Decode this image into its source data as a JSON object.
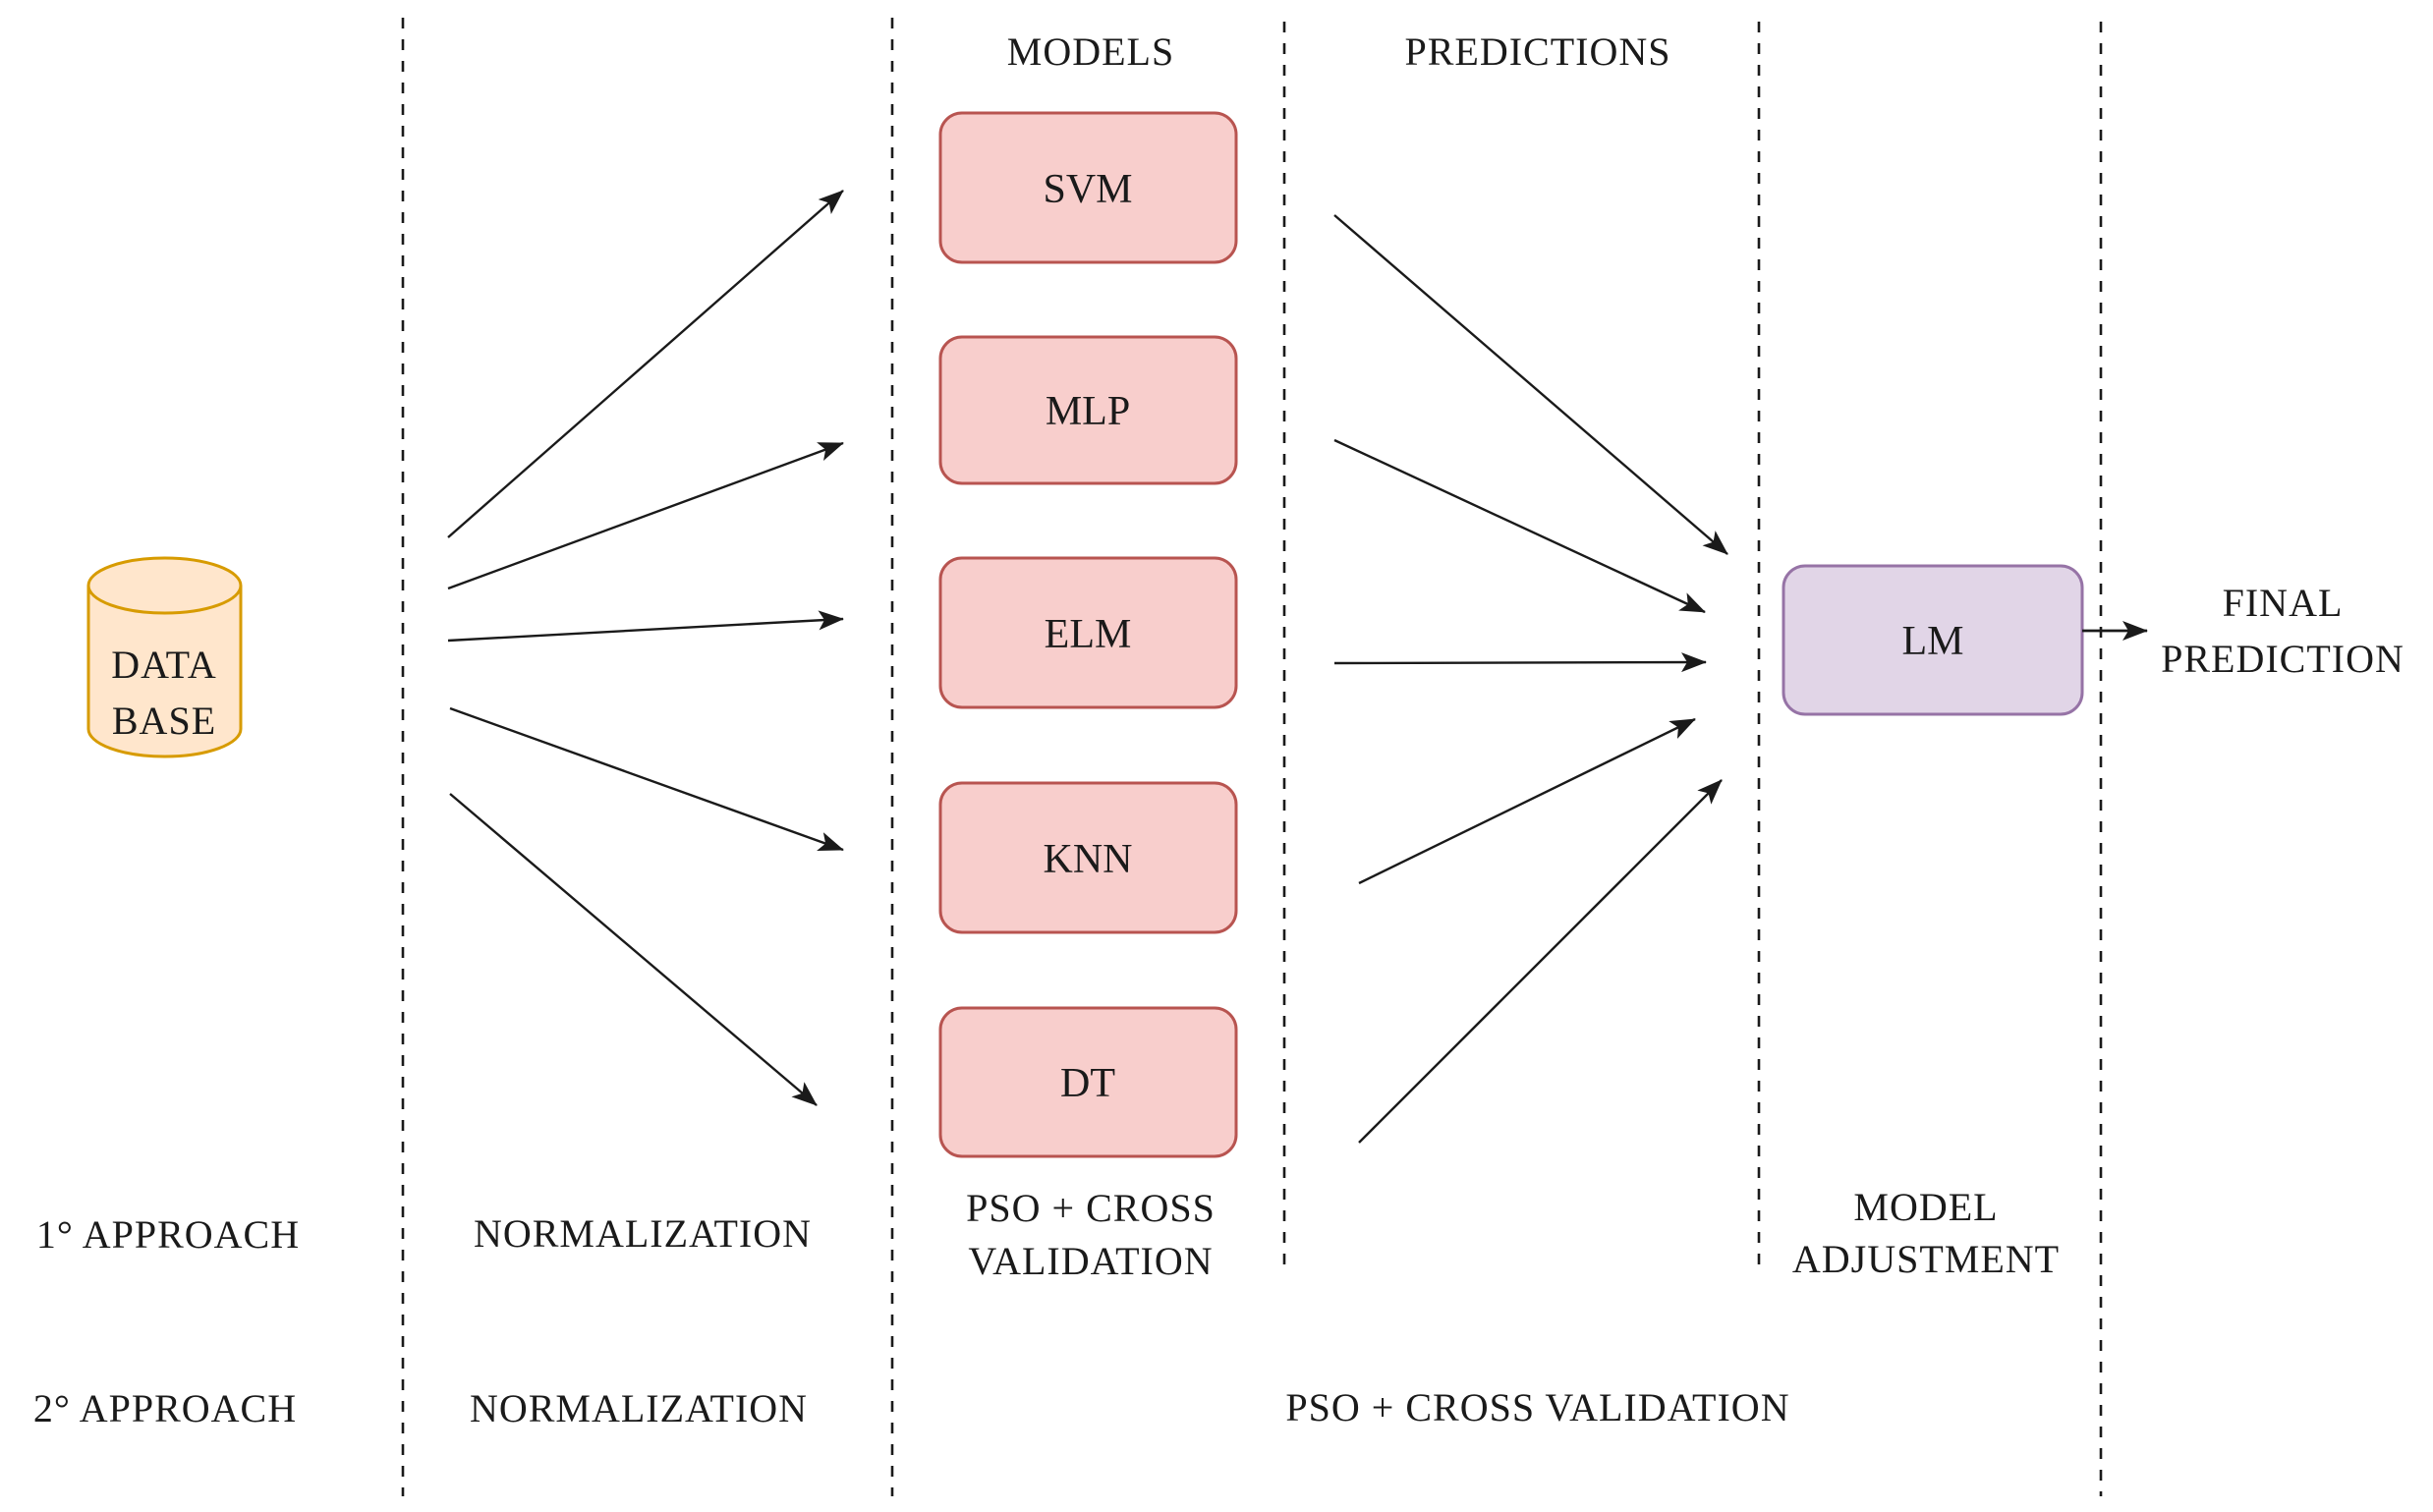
{
  "diagram": {
    "column_headers": {
      "models": "MODELS",
      "predictions": "PREDICTIONS"
    },
    "database": {
      "line1": "DATA",
      "line2": "BASE"
    },
    "models": [
      {
        "label": "SVM"
      },
      {
        "label": "MLP"
      },
      {
        "label": "ELM"
      },
      {
        "label": "KNN"
      },
      {
        "label": "DT"
      }
    ],
    "meta_model": {
      "label": "LM"
    },
    "final_prediction": {
      "line1": "FINAL",
      "line2": "PREDICTION"
    },
    "stage_row_approach1": {
      "approach": "1° APPROACH",
      "normalization": "NORMALIZATION",
      "pso_line1": "PSO + CROSS",
      "pso_line2": "VALIDATION",
      "adjustment_line1": "MODEL",
      "adjustment_line2": "ADJUSTMENT"
    },
    "stage_row_approach2": {
      "approach": "2° APPROACH",
      "normalization": "NORMALIZATION",
      "pso": "PSO + CROSS VALIDATION"
    },
    "edges": [
      "database-to-svm",
      "database-to-mlp",
      "database-to-elm",
      "database-to-knn",
      "database-to-dt",
      "svm-to-lm",
      "mlp-to-lm",
      "elm-to-lm",
      "knn-to-lm",
      "dt-to-lm",
      "lm-to-final-prediction"
    ],
    "colors": {
      "model_fill": "#f8cecc",
      "model_stroke": "#b85450",
      "meta_fill": "#e1d5e7",
      "meta_stroke": "#9673a6",
      "db_fill": "#ffe6cc",
      "db_stroke": "#d79b00",
      "arrow": "#1a1a1a",
      "divider": "#1a1a1a",
      "text": "#1a1a1a"
    }
  }
}
